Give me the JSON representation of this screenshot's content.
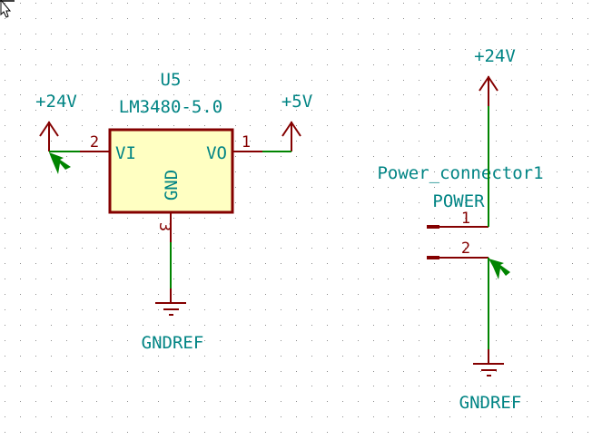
{
  "schematic": {
    "colors": {
      "background": "#ffffff",
      "grid_dot": "#8c8c8c",
      "component_line": "#840000",
      "component_fill": "#ffffc2",
      "wire": "#008400",
      "label_text": "#008484",
      "pin_text": "#840000"
    },
    "regulator": {
      "reference": "U5",
      "value": "LM3480-5.0",
      "pins": [
        {
          "number": "2",
          "name": "VI"
        },
        {
          "number": "1",
          "name": "VO"
        },
        {
          "number": "3",
          "name": "GND"
        }
      ]
    },
    "power_symbols": {
      "reg_input": "+24V",
      "reg_output": "+5V",
      "reg_ground": "GNDREF",
      "conn_power": "+24V",
      "conn_ground": "GNDREF"
    },
    "connector": {
      "reference": "Power_connector1",
      "value": "POWER",
      "pins": [
        {
          "number": "1"
        },
        {
          "number": "2"
        }
      ]
    }
  }
}
